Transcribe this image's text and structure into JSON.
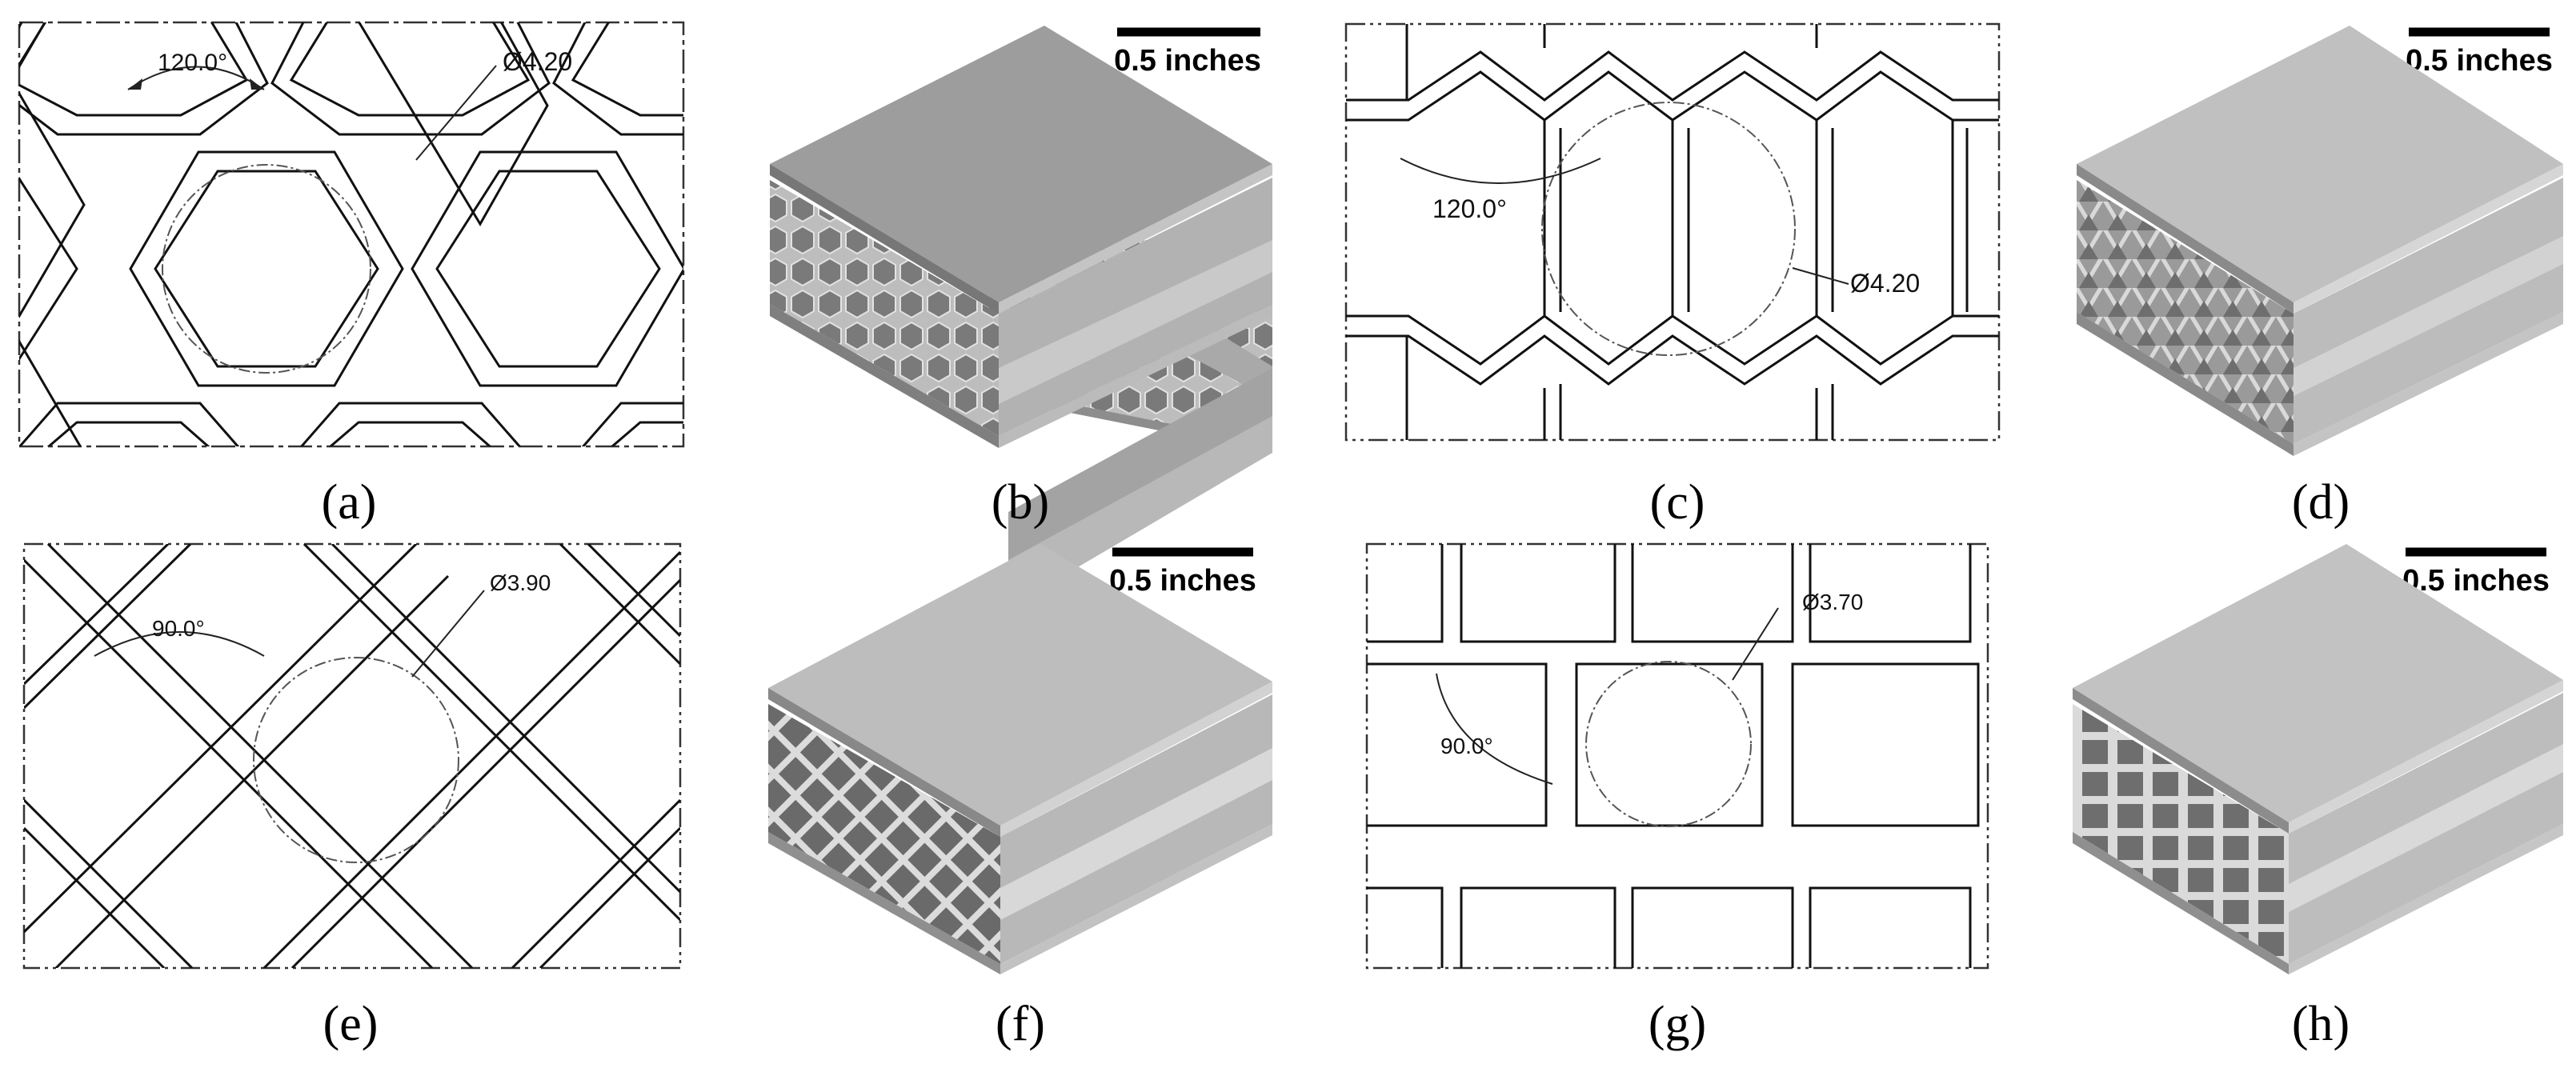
{
  "panels": [
    {
      "caption": "(a)",
      "angle": "120.0°",
      "diameter": "Ø4.20"
    },
    {
      "caption": "(b)",
      "scalebar": "0.5 inches"
    },
    {
      "caption": "(c)",
      "angle": "120.0°",
      "diameter": "Ø4.20"
    },
    {
      "caption": "(d)",
      "scalebar": "0.5 inches"
    },
    {
      "caption": "(e)",
      "angle": "90.0°",
      "diameter": "Ø3.90"
    },
    {
      "caption": "(f)",
      "scalebar": "0.5 inches"
    },
    {
      "caption": "(g)",
      "angle": "90.0°",
      "diameter": "Ø3.70"
    },
    {
      "caption": "(h)",
      "scalebar": "0.5 inches"
    }
  ]
}
